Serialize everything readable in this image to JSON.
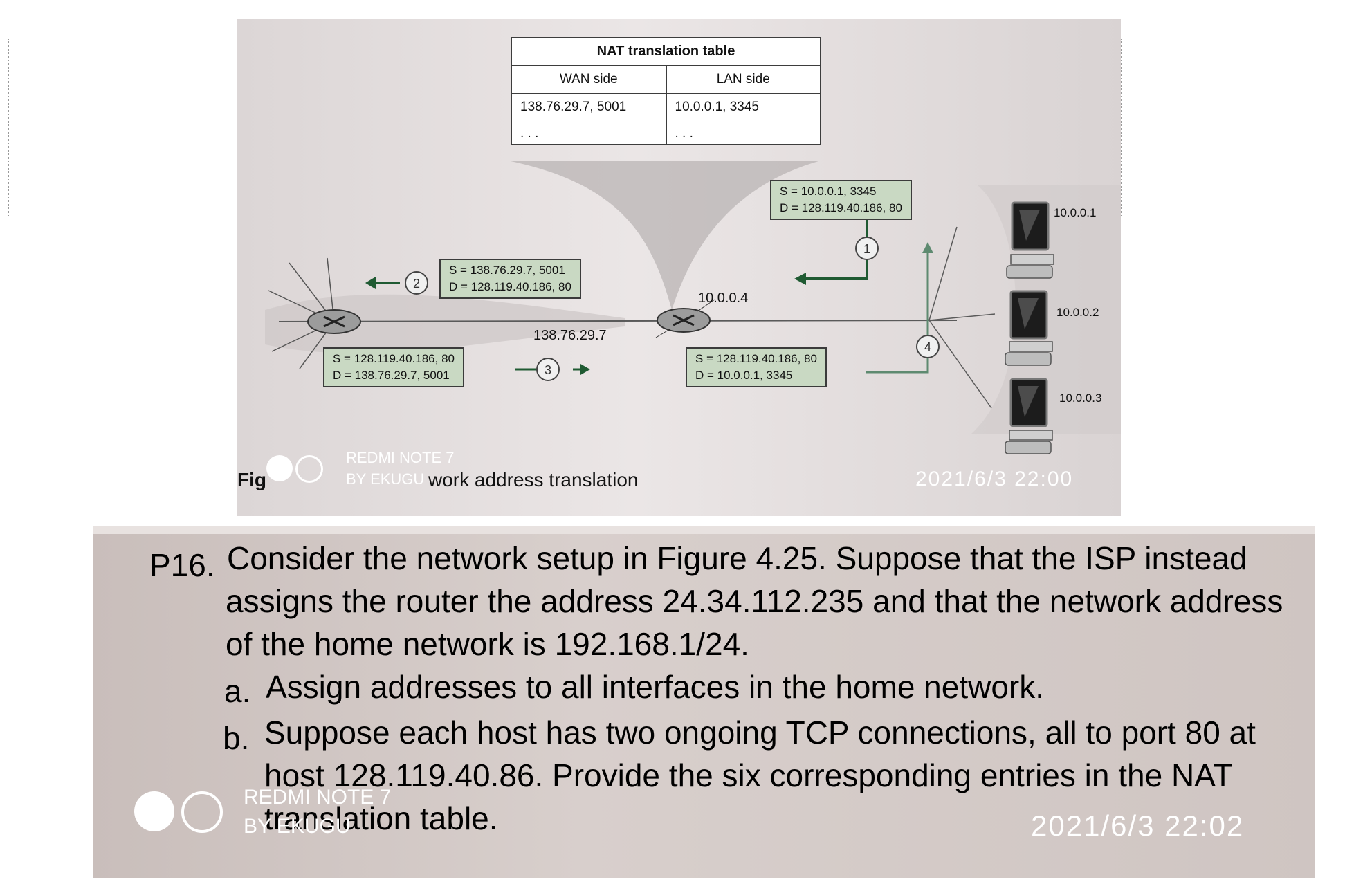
{
  "figure": {
    "nat_table": {
      "title": "NAT translation table",
      "wan_header": "WAN side",
      "lan_header": "LAN side",
      "wan_value": "138.76.29.7, 5001",
      "lan_value": "10.0.0.1, 3345",
      "wan_ellipsis": ". . .",
      "lan_ellipsis": ". . ."
    },
    "packets": {
      "p1_src": "S = 10.0.0.1, 3345",
      "p1_dst": "D = 128.119.40.186, 80",
      "p2_src": "S = 138.76.29.7, 5001",
      "p2_dst": "D = 128.119.40.186, 80",
      "p3_src": "S = 128.119.40.186, 80",
      "p3_dst": "D = 138.76.29.7, 5001",
      "p4_src": "S = 128.119.40.186, 80",
      "p4_dst": "D = 10.0.0.1, 3345"
    },
    "step_numbers": [
      "1",
      "2",
      "3",
      "4"
    ],
    "router_lan_ip": "10.0.0.4",
    "router_wan_ip": "138.76.29.7",
    "hosts": [
      "10.0.0.1",
      "10.0.0.2",
      "10.0.0.3"
    ],
    "caption_prefix": "Fig",
    "caption_text": "work address translation"
  },
  "watermark_top": {
    "line1": "REDMI NOTE 7",
    "line2": "BY EKUGU",
    "timestamp": "2021/6/3 22:00"
  },
  "problem": {
    "number": "P16.",
    "line1": "Consider the network setup in Figure 4.25. Suppose that the ISP instead",
    "line2": "assigns the router the address 24.34.112.235 and that the network address",
    "line3": "of the home network is 192.168.1/24.",
    "part_a_label": "a.",
    "part_a": "Assign addresses to all interfaces in the home network.",
    "part_b_label": "b.",
    "part_b_line1": "Suppose each host has two ongoing TCP connections, all to port 80 at",
    "part_b_line2": "host 128.119.40.86. Provide the six corresponding entries in the NAT",
    "part_b_line3": "translation table."
  },
  "watermark_bottom": {
    "line1": "REDMI NOTE 7",
    "line2": "BY EKUGU",
    "timestamp": "2021/6/3 22:02"
  },
  "colors": {
    "packet_fill": "#c9d9c3",
    "arrow_green": "#1f5a32",
    "watermark": "#ffffff"
  }
}
